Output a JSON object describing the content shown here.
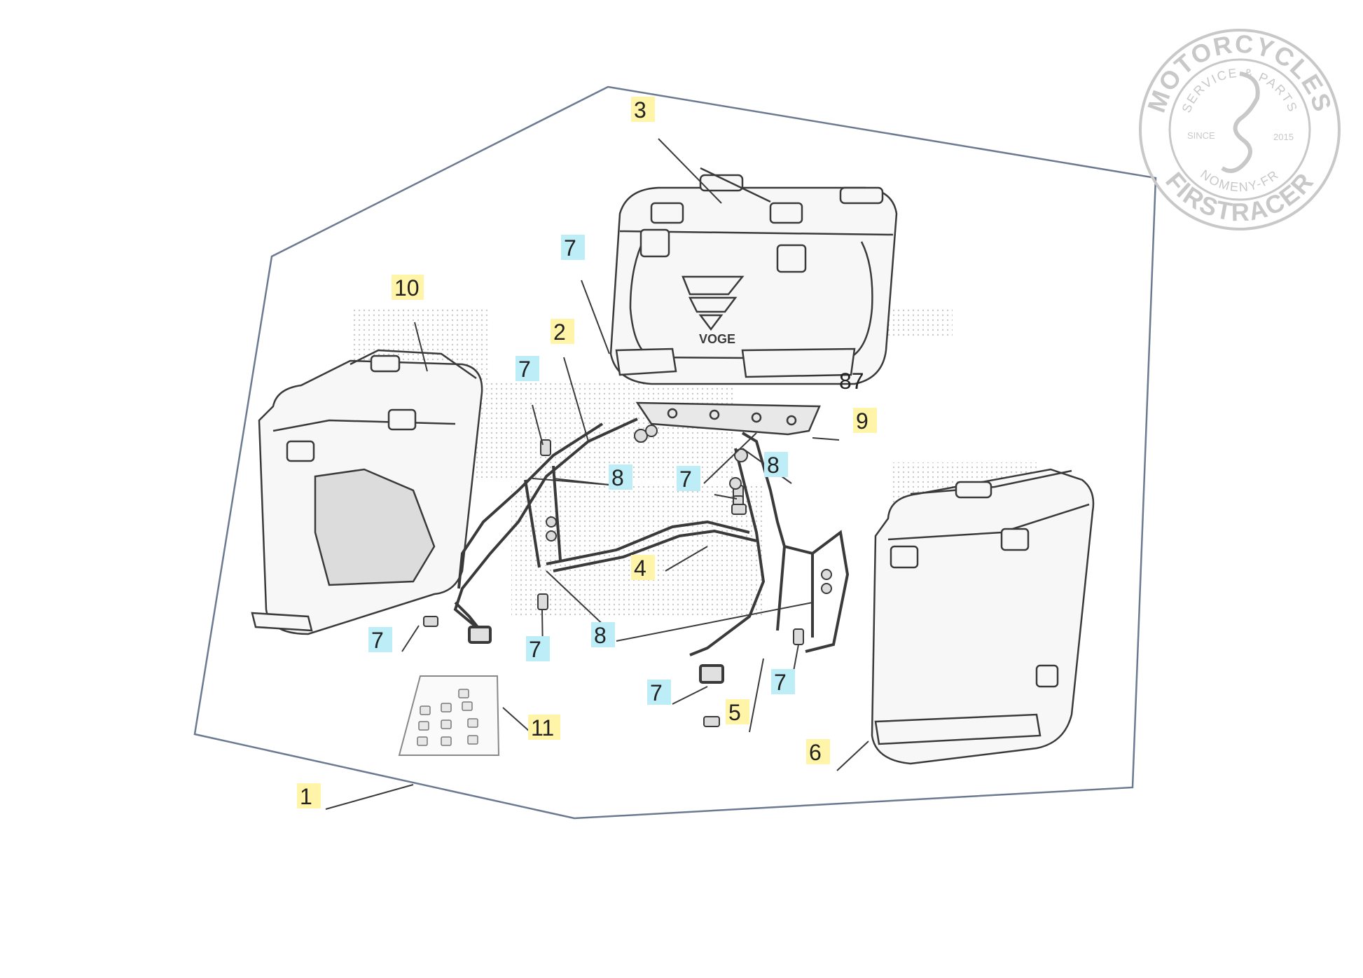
{
  "diagram": {
    "callouts": [
      {
        "id": "c1",
        "label": "1",
        "highlight": "yellow"
      },
      {
        "id": "c2",
        "label": "2",
        "highlight": "yellow"
      },
      {
        "id": "c3",
        "label": "3",
        "highlight": "yellow"
      },
      {
        "id": "c4",
        "label": "4",
        "highlight": "yellow"
      },
      {
        "id": "c5",
        "label": "5",
        "highlight": "yellow"
      },
      {
        "id": "c6",
        "label": "6",
        "highlight": "yellow"
      },
      {
        "id": "c7a",
        "label": "7",
        "highlight": "cyan"
      },
      {
        "id": "c7b",
        "label": "7",
        "highlight": "cyan"
      },
      {
        "id": "c7c",
        "label": "7",
        "highlight": "cyan"
      },
      {
        "id": "c7d",
        "label": "7",
        "highlight": "cyan"
      },
      {
        "id": "c7e",
        "label": "7",
        "highlight": "cyan"
      },
      {
        "id": "c7f",
        "label": "7",
        "highlight": "cyan"
      },
      {
        "id": "c7g",
        "label": "7",
        "highlight": "cyan"
      },
      {
        "id": "c7h",
        "label": "7",
        "highlight": "cyan"
      },
      {
        "id": "c8a",
        "label": "8",
        "highlight": "cyan"
      },
      {
        "id": "c8b",
        "label": "8",
        "highlight": "cyan"
      },
      {
        "id": "c8c",
        "label": "8",
        "highlight": "cyan"
      },
      {
        "id": "c87",
        "label": "87",
        "highlight": "none"
      },
      {
        "id": "c9",
        "label": "9",
        "highlight": "yellow"
      },
      {
        "id": "c10",
        "label": "10",
        "highlight": "yellow"
      },
      {
        "id": "c11",
        "label": "11",
        "highlight": "yellow"
      }
    ],
    "box_brand": "VOGE"
  },
  "watermark": {
    "top_text": "MOTORCYCLES",
    "sub_text": "SERVICE & PARTS",
    "since_label": "SINCE",
    "year": "2015",
    "location": "NOMENY-FR",
    "bottom_text": "FIRSTRACER"
  },
  "colors": {
    "line": "#3a3a3a",
    "outline": "#6b7a90",
    "yellow_highlight": "#fff4a8",
    "cyan_highlight": "#bdeef7",
    "seal": "#c8c8c8"
  }
}
